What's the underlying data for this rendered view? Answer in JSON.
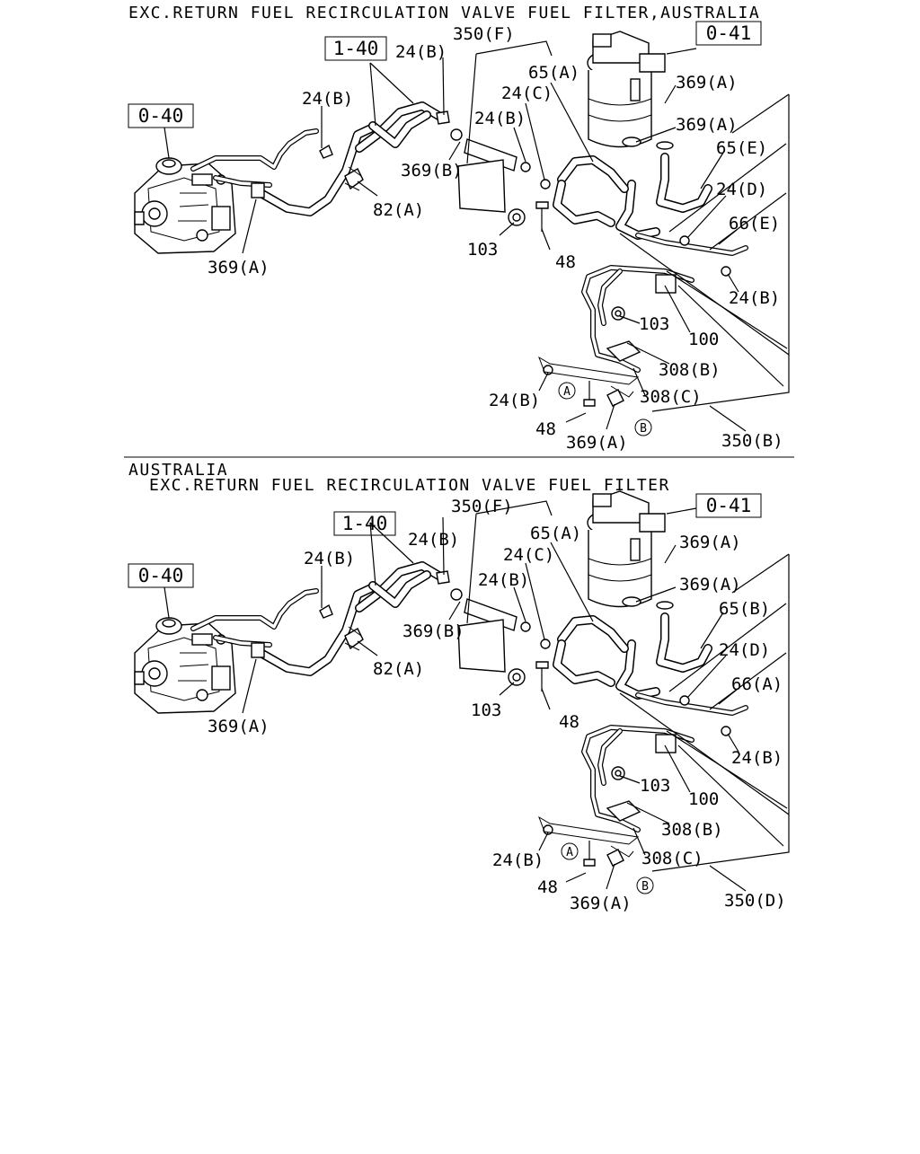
{
  "panels": [
    {
      "header_lines": [
        "EXC.RETURN FUEL RECIRCULATION VALVE FUEL FILTER,AUSTRALIA"
      ],
      "refs": {
        "pump": "0-40",
        "filter": "0-41",
        "pipe_ref": "1-40"
      },
      "labels": {
        "l350f": "350(F)",
        "l24b_top": "24(B)",
        "l65a": "65(A)",
        "l24c": "24(C)",
        "l24b_mid": "24(B)",
        "l24b_left": "24(B)",
        "l369b": "369(B)",
        "l82a": "82(A)",
        "l103_left": "103",
        "l48_mid": "48",
        "l369a_pump": "369(A)",
        "l369a_f1": "369(A)",
        "l369a_f2": "369(A)",
        "l65_right": "65(E)",
        "l24d": "24(D)",
        "l66": "66(E)",
        "l24b_right": "24(B)",
        "l103_right": "103",
        "l100": "100",
        "l308b": "308(B)",
        "l308c": "308(C)",
        "l24b_bottom": "24(B)",
        "l48_bottom": "48",
        "l369a_bottom": "369(A)",
        "l350_bottom": "350(B)",
        "circ_a": "A",
        "circ_b": "B"
      }
    },
    {
      "header_lines": [
        "AUSTRALIA",
        "EXC.RETURN FUEL RECIRCULATION VALVE FUEL FILTER"
      ],
      "refs": {
        "pump": "0-40",
        "filter": "0-41",
        "pipe_ref": "1-40"
      },
      "labels": {
        "l350f": "350(F)",
        "l24b_top": "24(B)",
        "l65a": "65(A)",
        "l24c": "24(C)",
        "l24b_mid": "24(B)",
        "l24b_left": "24(B)",
        "l369b": "369(B)",
        "l82a": "82(A)",
        "l103_left": "103",
        "l48_mid": "48",
        "l369a_pump": "369(A)",
        "l369a_f1": "369(A)",
        "l369a_f2": "369(A)",
        "l65_right": "65(B)",
        "l24d": "24(D)",
        "l66": "66(A)",
        "l24b_right": "24(B)",
        "l103_right": "103",
        "l100": "100",
        "l308b": "308(B)",
        "l308c": "308(C)",
        "l24b_bottom": "24(B)",
        "l48_bottom": "48",
        "l369a_bottom": "369(A)",
        "l350_bottom": "350(D)",
        "circ_a": "A",
        "circ_b": "B"
      }
    }
  ]
}
